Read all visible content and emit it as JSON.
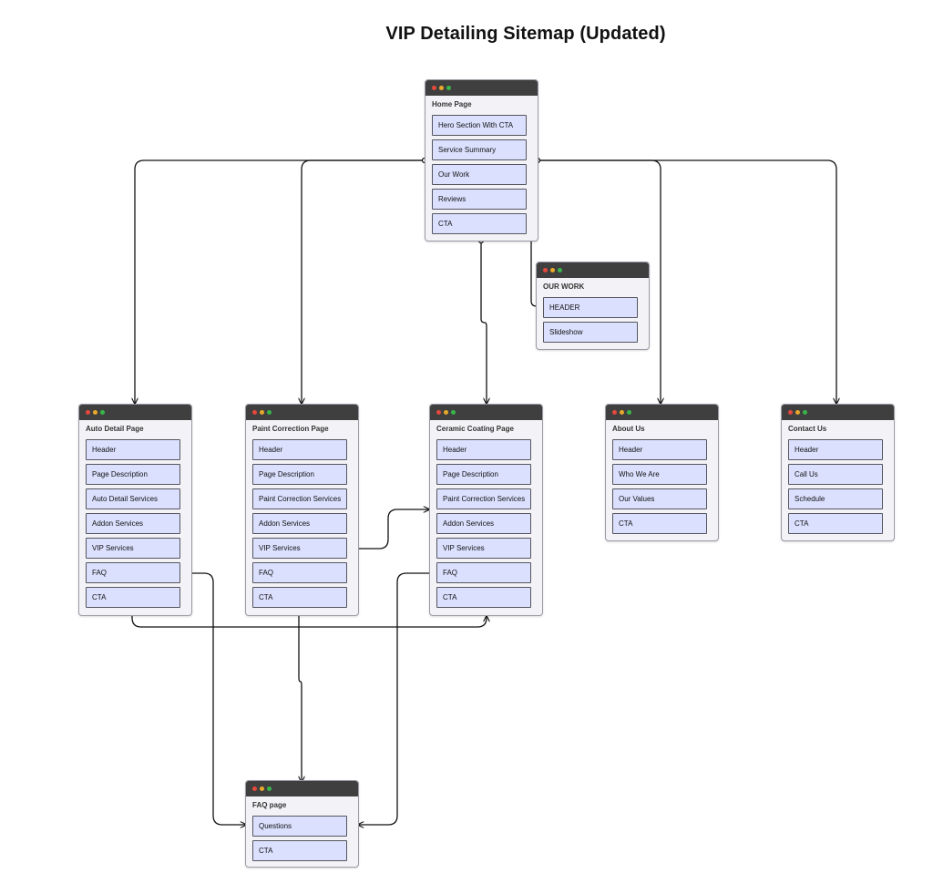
{
  "title": "VIP Detailing Sitemap (Updated)",
  "cards": {
    "home": {
      "title": "Home Page",
      "items": [
        "Hero Section With CTA",
        "Service Summary",
        "Our Work",
        "Reviews",
        "CTA"
      ]
    },
    "our_work": {
      "title": "OUR WORK",
      "items": [
        "HEADER",
        "Slideshow"
      ]
    },
    "auto": {
      "title": "Auto Detail Page",
      "items": [
        "Header",
        "Page Description",
        "Auto Detail Services",
        "Addon Services",
        "VIP Services",
        "FAQ",
        "CTA"
      ]
    },
    "paint": {
      "title": "Paint Correction Page",
      "items": [
        "Header",
        "Page Description",
        "Paint Correction Services",
        "Addon Services",
        "VIP Services",
        "FAQ",
        "CTA"
      ]
    },
    "ceramic": {
      "title": "Ceramic Coating Page",
      "items": [
        "Header",
        "Page Description",
        "Paint Correction Services",
        "Addon Services",
        "VIP Services",
        "FAQ",
        "CTA"
      ]
    },
    "about": {
      "title": "About Us",
      "items": [
        "Header",
        "Who We Are",
        "Our Values",
        "CTA"
      ]
    },
    "contact": {
      "title": "Contact Us",
      "items": [
        "Header",
        "Call Us",
        "Schedule",
        "CTA"
      ]
    },
    "faq": {
      "title": "FAQ page",
      "items": [
        "Questions",
        "CTA"
      ]
    }
  },
  "colors": {
    "window_bar": "#3f3f3f",
    "card_bg": "#f3f3f7",
    "item_fill": "#dbe0fe",
    "dot_red": "#e5483d",
    "dot_yellow": "#e8a92a",
    "dot_green": "#39b54a"
  }
}
